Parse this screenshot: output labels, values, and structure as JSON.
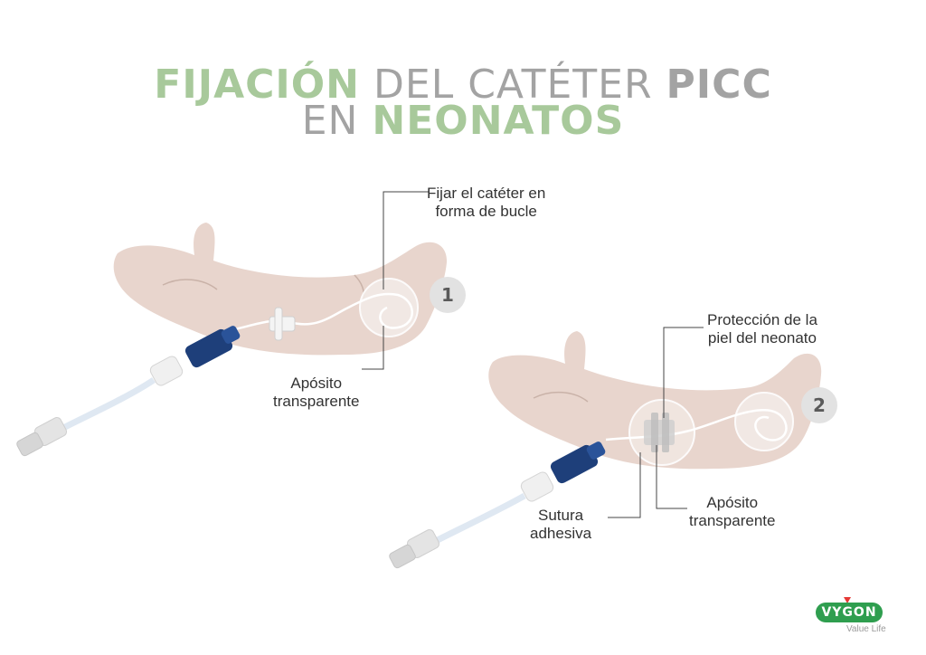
{
  "title": {
    "line1_part1": "FIJACIÓN",
    "line1_part2": "DEL CATÉTER",
    "line1_part3": "PICC",
    "line2_part1": "EN",
    "line2_part2": "NEONATOS"
  },
  "panel1": {
    "step": "1",
    "label_loop_line1": "Fijar el catéter en",
    "label_loop_line2": "forma de bucle",
    "label_dressing_line1": "Apósito",
    "label_dressing_line2": "transparente"
  },
  "panel2": {
    "step": "2",
    "label_skin_line1": "Protección de la",
    "label_skin_line2": "piel del neonato",
    "label_dressing_line1": "Apósito",
    "label_dressing_line2": "transparente",
    "label_suture_line1": "Sutura",
    "label_suture_line2": "adhesiva"
  },
  "logo": {
    "brand": "VYGON",
    "tagline": "Value Life"
  },
  "colors": {
    "green": "#a8c99b",
    "gray": "#a3a3a3",
    "skin": "#e8d5cd",
    "connector": "#1e3f7a",
    "brand_green": "#2f9e4f"
  }
}
